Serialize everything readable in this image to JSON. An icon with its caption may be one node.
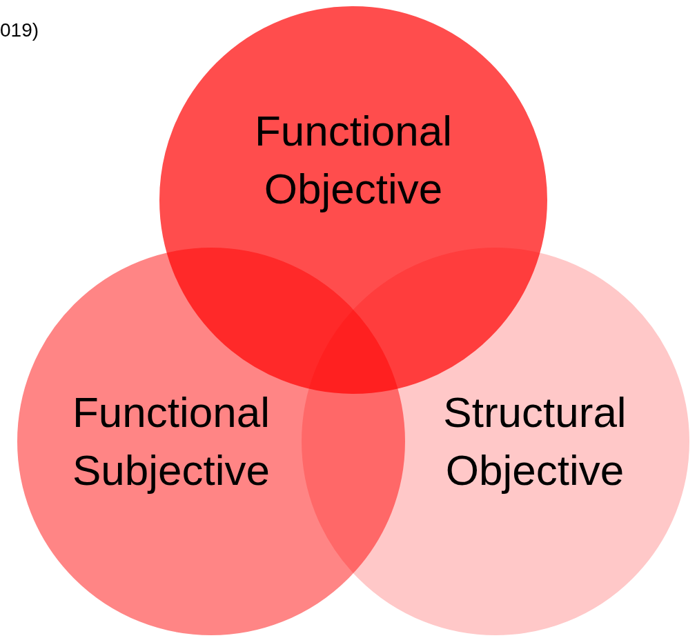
{
  "diagram": {
    "nodes": [
      {
        "text": [
          "Functional Objective"
        ]
      },
      {
        "text": [
          "Functional Subjective"
        ]
      },
      {
        "text": [
          "Structural Objective"
        ]
      }
    ],
    "labels": [
      "019)"
    ]
  }
}
